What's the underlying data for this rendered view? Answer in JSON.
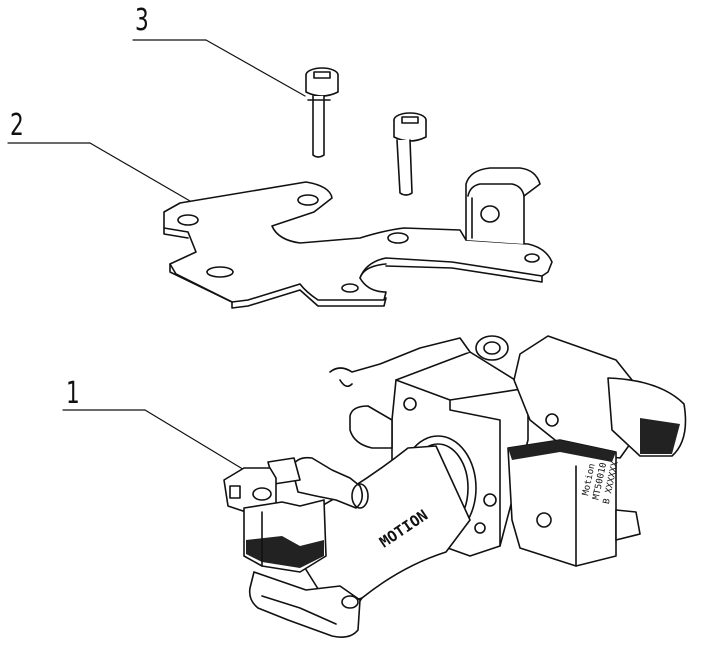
{
  "callouts": [
    {
      "number": "3",
      "part": "screw"
    },
    {
      "number": "2",
      "part": "bracket"
    },
    {
      "number": "1",
      "part": "throttle-body-assembly"
    }
  ],
  "markings": {
    "brand_on_intake": "MOTION",
    "motor_label": [
      "Motion",
      "MT50010",
      "B XXXXXX"
    ]
  },
  "colors": {
    "line": "#111111",
    "background": "#ffffff",
    "shade": "#f2f2f2"
  }
}
